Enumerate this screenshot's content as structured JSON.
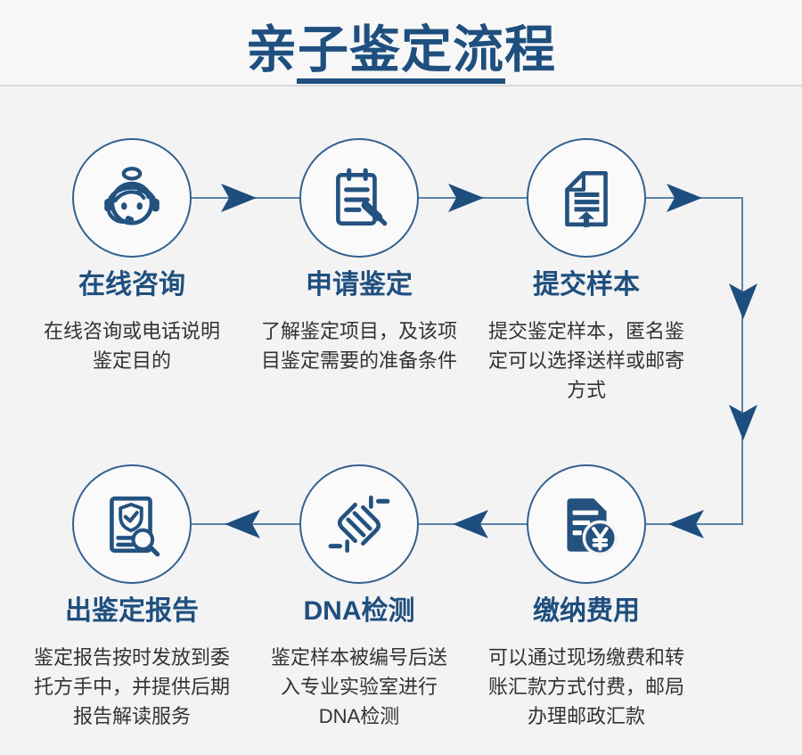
{
  "page": {
    "title": "亲子鉴定流程",
    "colors": {
      "accent": "#1f4f7e",
      "icon_stroke": "#24527f",
      "connector_line": "#5b82a8",
      "description_text": "#333333",
      "background": "#f3f3f4"
    }
  },
  "steps": [
    {
      "icon": "customer-service-icon",
      "title": "在线咨询",
      "desc": [
        "在线咨询或电话说明",
        "鉴定目的"
      ]
    },
    {
      "icon": "apply-form-icon",
      "title": "申请鉴定",
      "desc": [
        "了解鉴定项目，及该项",
        "目鉴定需要的准备条件"
      ]
    },
    {
      "icon": "upload-document-icon",
      "title": "提交样本",
      "desc": [
        "提交鉴定样本，匿名鉴",
        "定可以选择送样或邮寄",
        "方式"
      ]
    },
    {
      "icon": "payment-yuan-icon",
      "title": "缴纳费用",
      "desc": [
        "可以通过现场缴费和转",
        "账汇款方式付费，邮局",
        "办理邮政汇款"
      ]
    },
    {
      "icon": "dna-icon",
      "title": "DNA检测",
      "desc": [
        "鉴定样本被编号后送",
        "入专业实验室进行",
        "DNA检测"
      ]
    },
    {
      "icon": "report-check-icon",
      "title": "出鉴定报告",
      "desc": [
        "鉴定报告按时发放到委",
        "托方手中，并提供后期",
        "报告解读服务"
      ]
    }
  ]
}
